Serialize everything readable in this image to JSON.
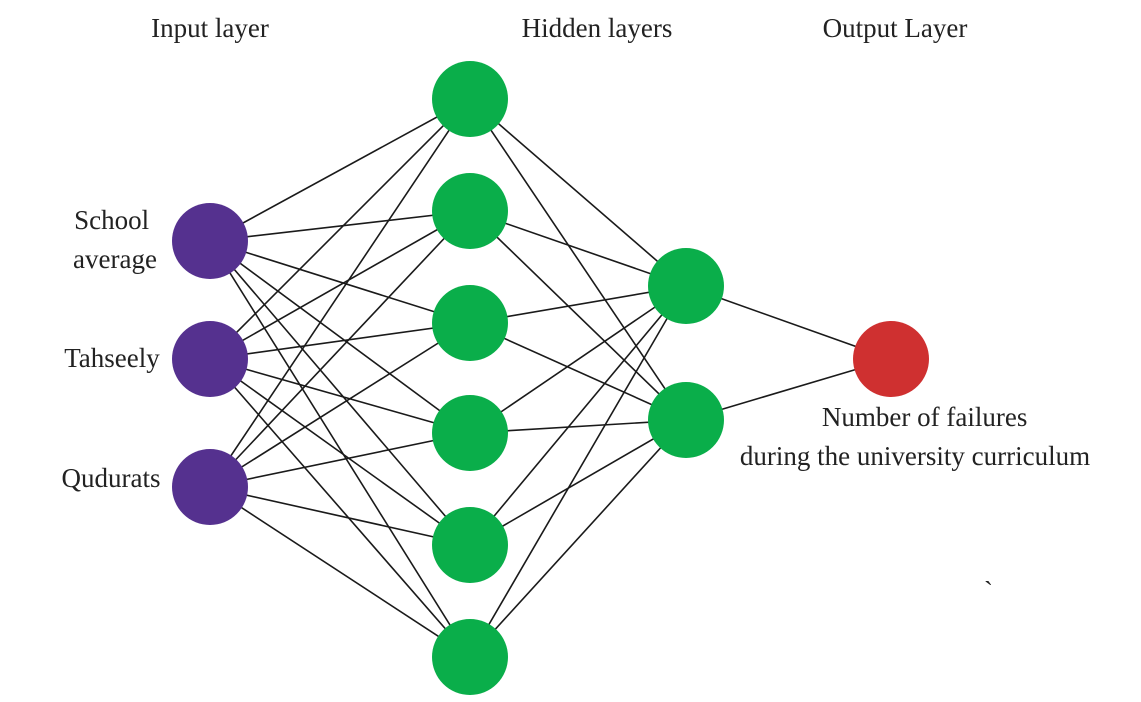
{
  "headers": {
    "input": "Input layer",
    "hidden": "Hidden layers",
    "output": "Output Layer"
  },
  "input_nodes": [
    {
      "label_lines": [
        "School",
        "average"
      ]
    },
    {
      "label_lines": [
        "Tahseely"
      ]
    },
    {
      "label_lines": [
        "Qudurats"
      ]
    }
  ],
  "hidden_layer_1_count": 6,
  "hidden_layer_2_count": 2,
  "output_node": {
    "label_lines": [
      "Number of failures",
      "during the university curriculum"
    ]
  },
  "stray_mark": "`",
  "colors": {
    "input": "#55318f",
    "hidden": "#0aae4a",
    "output": "#cf3030",
    "edge": "#1a1a1a",
    "text": "#222222"
  }
}
